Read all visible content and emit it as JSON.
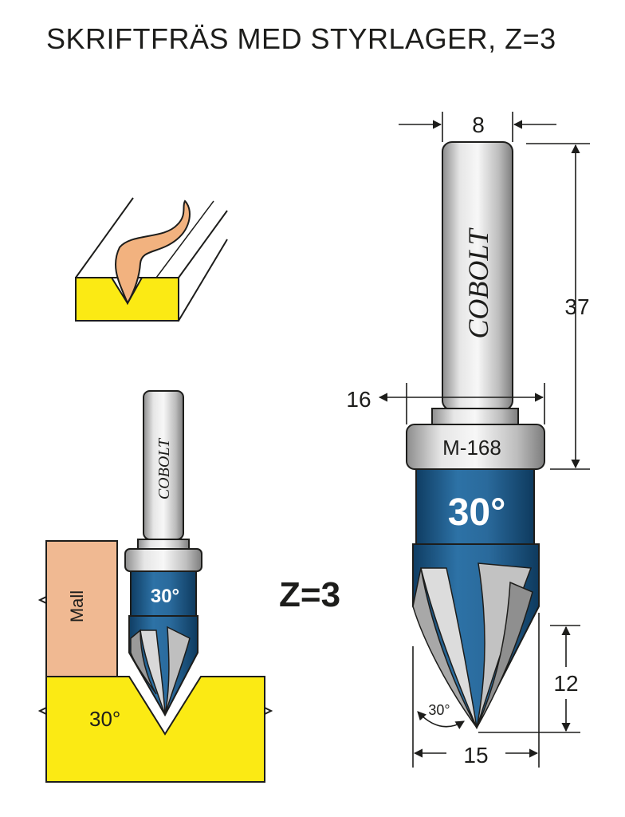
{
  "title": "SKRIFTFRÄS MED STYRLAGER, Z=3",
  "brand_logo_text": "COBOLT",
  "small_tool": {
    "angle_label": "30°",
    "template_label": "Mall",
    "workpiece_angle_label": "30°"
  },
  "tooth_count_label": "Z=3",
  "large_tool": {
    "shank_diameter": "8",
    "shank_length": "37",
    "bearing_diameter": "16",
    "bearing_code": "M-168",
    "angle_label": "30°",
    "cut_length": "12",
    "cut_diameter": "15",
    "tip_angle_label": "30°"
  },
  "colors": {
    "workpiece_yellow": "#fbea14",
    "template_wood": "#f0b992",
    "cutter_blue": "#1f5c8e",
    "steel_grey": "#c8c8c8",
    "chip_orange": "#f2b27f"
  }
}
